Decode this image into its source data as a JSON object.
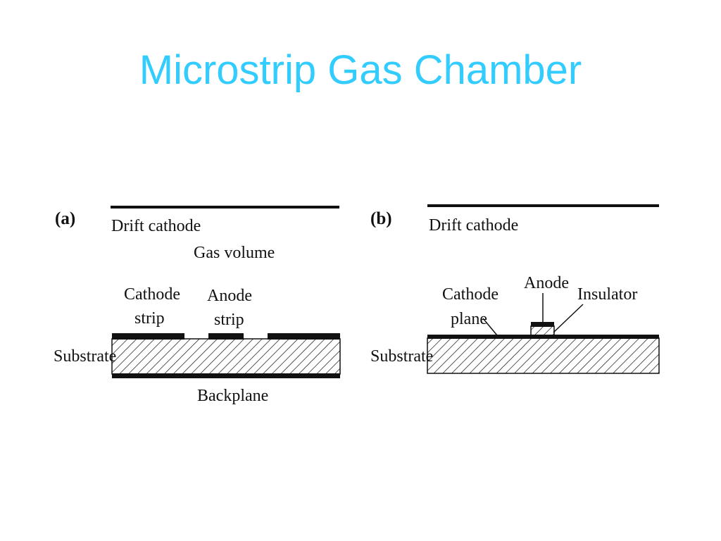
{
  "slide": {
    "title": "Microstrip Gas Chamber",
    "accent_color": "#33ccff"
  },
  "diagram_a": {
    "panel_label": "(a)",
    "drift_cathode": "Drift cathode",
    "gas_volume": "Gas volume",
    "cathode_strip_line1": "Cathode",
    "cathode_strip_line2": "strip",
    "anode_strip_line1": "Anode",
    "anode_strip_line2": "strip",
    "substrate": "Substrate",
    "backplane": "Backplane"
  },
  "diagram_b": {
    "panel_label": "(b)",
    "drift_cathode": "Drift cathode",
    "anode": "Anode",
    "insulator": "Insulator",
    "cathode_plane_line1": "Cathode",
    "cathode_plane_line2": "plane",
    "substrate": "Substrate"
  }
}
